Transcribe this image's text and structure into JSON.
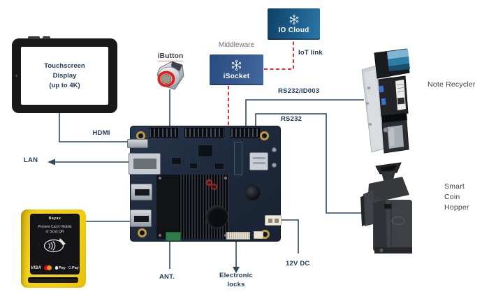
{
  "colors": {
    "connector_line": "#31485f",
    "dashed_link": "#e8312e",
    "cloud_box_blue": "#1d5e8c",
    "isocket_box_blue": "#36598f",
    "terminal_yellow": "#f2ce12"
  },
  "display": {
    "line1": "Touchscreen",
    "line2": "Display",
    "line3": "(up to 4K)"
  },
  "ibutton": {
    "label": "iButton"
  },
  "middleware": {
    "caption": "Middleware",
    "box_label": "iSocket"
  },
  "cloud": {
    "box_label": "IO Cloud",
    "link_label": "IoT link"
  },
  "recycler": {
    "label": "Note Recycler"
  },
  "hopper": {
    "line1": "Smart",
    "line2": "Coin",
    "line3": "Hopper"
  },
  "terminal": {
    "brand": "Nayax",
    "prompt1": "Present Card / Mobile",
    "prompt2": "or Scan QR",
    "visa": "VISA",
    "applepay": "Pay",
    "gpay_g": "G",
    "gpay_pay": "Pay"
  },
  "connections": {
    "hdmi": "HDMI",
    "lan": "LAN",
    "rs232_id003": "RS232/ID003",
    "rs232": "RS232",
    "ant": "ANT.",
    "locks1": "Electronic",
    "locks2": "locks",
    "power": "12V DC"
  }
}
